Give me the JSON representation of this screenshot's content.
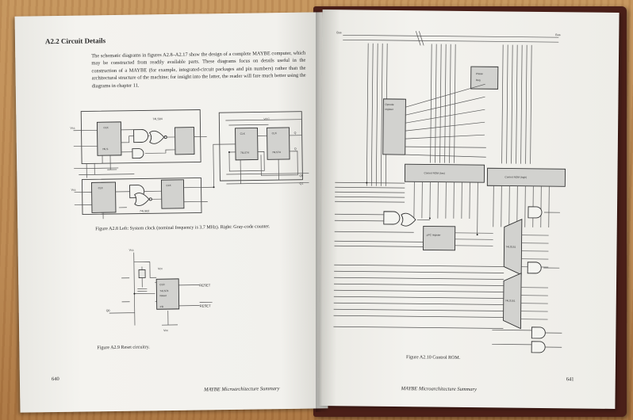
{
  "left_page": {
    "section_title": "A2.2  Circuit Details",
    "body_text": "The schematic diagrams in figures A2.8–A2.17 show the design of a complete MAYBE computer, which may be constructed from readily available parts. These diagrams focus on details useful in the construction of a MAYBE (for example, integrated-circuit packages and pin numbers) rather than the architectural structure of the machine; for insight into the latter, the reader will fare much better using the diagrams in chapter 11.",
    "figure_a28_caption": "Figure A2.8   Left: System clock (nominal frequency is 3.7 MHz). Right: Gray-code counter.",
    "figure_a29_caption": "Figure A2.9   Reset circuitry.",
    "page_number": "640",
    "footer": "MAYBE Microarchitecture Summary",
    "schematic_labels": {
      "reset_out": "RESET",
      "reset_out_bar": "RESET",
      "vcc": "VCC",
      "q0": "Q0",
      "q1": "Q1"
    }
  },
  "right_page": {
    "figure_a210_caption": "Figure A2.10   Control ROM.",
    "page_number": "641",
    "footer": "MAYBE Microarchitecture Summary",
    "chip_labels": {
      "rom_a": "Control ROM (low)",
      "rom_b": "Control ROM (high)",
      "upc": "µPC register",
      "mux_a": "74LS151",
      "mux_b": "74LS151"
    }
  },
  "colors": {
    "paper": "#f1f0ec",
    "ink": "#2a2a2a",
    "cover": "#4a1f18",
    "table": "#c79a63"
  }
}
